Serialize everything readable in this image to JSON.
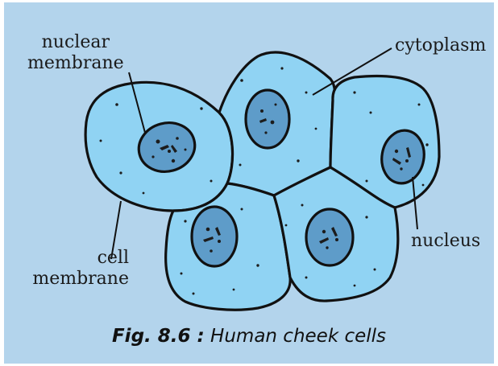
{
  "colors": {
    "background": "#b3d4ec",
    "cell_fill": "#90d3f3",
    "nucleus_fill": "#5e9cc9",
    "outline": "#111111"
  },
  "labels": {
    "nuclear_membrane": [
      "nuclear",
      "membrane"
    ],
    "cytoplasm": "cytoplasm",
    "nucleus": "nucleus",
    "cell_membrane": [
      "cell",
      "membrane"
    ]
  },
  "caption": {
    "fig_number": "Fig. 8.6 :",
    "title": "Human cheek cells"
  }
}
